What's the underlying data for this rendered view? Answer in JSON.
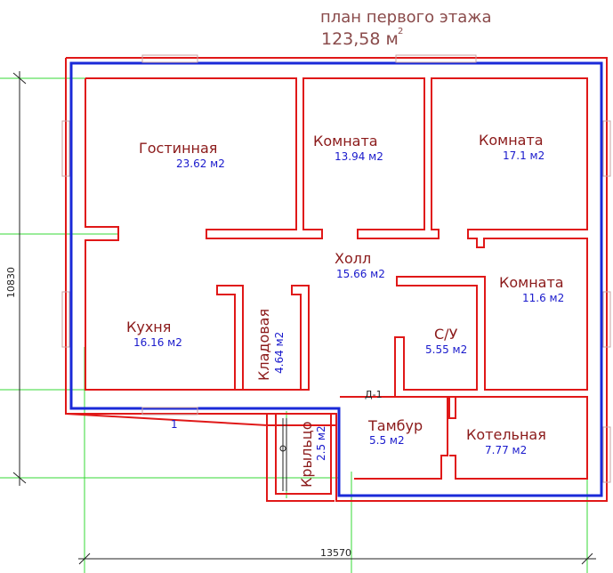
{
  "header": {
    "title": "план первого этажа",
    "area_value": "123,58 м",
    "area_sup": "2"
  },
  "rooms": [
    {
      "name": "Гостинная",
      "area": "23.62 м2"
    },
    {
      "name": "Комната",
      "area": "13.94 м2"
    },
    {
      "name": "Комната",
      "area": "17.1 м2"
    },
    {
      "name": "Холл",
      "area": "15.66 м2"
    },
    {
      "name": "Комната",
      "area": "11.6 м2"
    },
    {
      "name": "Кухня",
      "area": "16.16 м2"
    },
    {
      "name": "Кладовая",
      "area": "4.64 м2"
    },
    {
      "name": "С/У",
      "area": "5.55 м2"
    },
    {
      "name": "Тамбур",
      "area": "5.5 м2"
    },
    {
      "name": "Котельная",
      "area": "7.77 м2"
    },
    {
      "name": "Крыльцо",
      "area": "2.5 м2"
    }
  ],
  "labels": {
    "door": "Д-1",
    "window": "1"
  },
  "dimensions": {
    "width": "13570",
    "height": "10830"
  },
  "colors": {
    "walls": "#e01818",
    "inner_line": "#1a2ad8",
    "guides": "#36d836",
    "room_names": "#8b1a1a",
    "room_areas": "#1a1acc"
  }
}
